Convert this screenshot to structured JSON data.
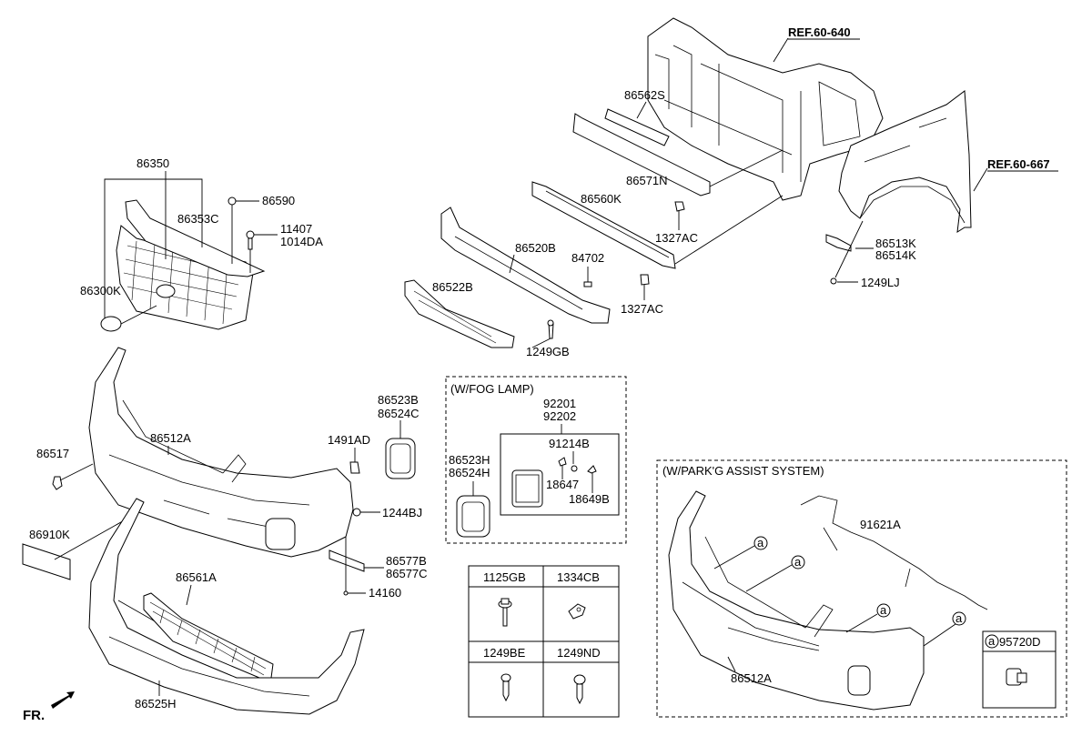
{
  "refs": {
    "radiator_support": "REF.60-640",
    "fender": "REF.60-667"
  },
  "direction": "FR.",
  "labels": {
    "p86350": "86350",
    "p86590": "86590",
    "p86353C": "86353C",
    "p11407": "11407",
    "p1014DA": "1014DA",
    "p86300K": "86300K",
    "p86562S": "86562S",
    "p86571N": "86571N",
    "p86560K": "86560K",
    "p1327AC_a": "1327AC",
    "p86520B": "86520B",
    "p84702": "84702",
    "p86522B": "86522B",
    "p1327AC_b": "1327AC",
    "p1249GB": "1249GB",
    "p86513K": "86513K",
    "p86514K": "86514K",
    "p1249LJ": "1249LJ",
    "p86512A": "86512A",
    "p86517": "86517",
    "p86523B": "86523B",
    "p86524C": "86524C",
    "p1491AD": "1491AD",
    "p1244BJ": "1244BJ",
    "p86910K": "86910K",
    "p86577B": "86577B",
    "p86577C": "86577C",
    "p14160": "14160",
    "p86561A": "86561A",
    "p86525H": "86525H"
  },
  "fog_lamp": {
    "title": "(W/FOG LAMP)",
    "p92201": "92201",
    "p92202": "92202",
    "p91214B": "91214B",
    "p86523H": "86523H",
    "p86524H": "86524H",
    "p18647": "18647",
    "p18649B": "18649B"
  },
  "fastener_table": [
    {
      "code": "1125GB",
      "icon": "flange-bolt-icon"
    },
    {
      "code": "1334CB",
      "icon": "clip-nut-icon"
    },
    {
      "code": "1249BE",
      "icon": "tapping-screw-icon"
    },
    {
      "code": "1249ND",
      "icon": "pan-screw-icon"
    }
  ],
  "park_assist": {
    "title": "(W/PARK'G ASSIST SYSTEM)",
    "p91621A": "91621A",
    "p86512A": "86512A",
    "callout": "a",
    "legend_code": "95720D"
  }
}
